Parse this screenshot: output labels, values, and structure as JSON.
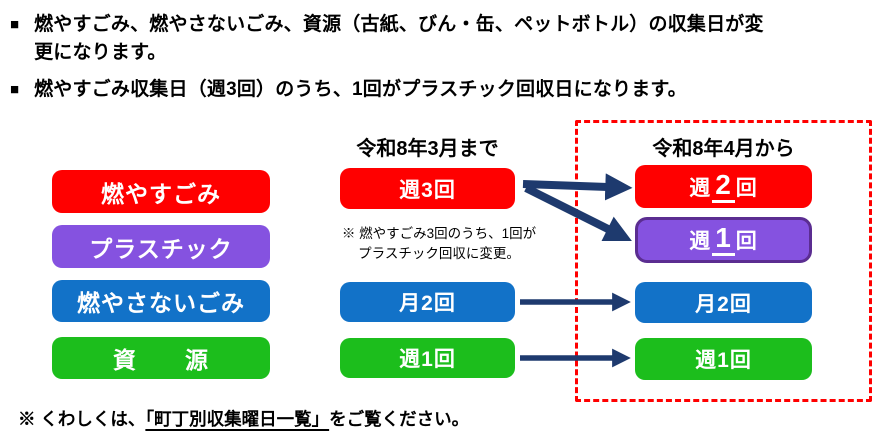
{
  "bullets": [
    {
      "marker": "■",
      "text": "燃やすごみ、燃やさないごみ、資源（古紙、びん・缶、ペットボトル）の収集日が変更になります。"
    },
    {
      "marker": "■",
      "text": "燃やすごみ収集日（週3回）のうち、1回がプラスチック回収日になります。"
    }
  ],
  "columns": {
    "before_header": "令和8年3月まで",
    "after_header": "令和8年4月から"
  },
  "rows": [
    {
      "category": "燃やすごみ",
      "before": "週3回",
      "after_pre": "週",
      "after_num": "2",
      "after_post": "回"
    },
    {
      "category": "プラスチック",
      "after_pre": "週",
      "after_num": "1",
      "after_post": "回"
    },
    {
      "category": "燃やさないごみ",
      "before": "月2回",
      "after": "月2回"
    },
    {
      "category": "資　　源",
      "before": "週1回",
      "after": "週1回"
    }
  ],
  "mid_note": {
    "line1": "※ 燃やすごみ3回のうち、1回が",
    "line2": "プラスチック回収に変更。"
  },
  "footer": {
    "prefix": "※ くわしくは、",
    "link": "「町丁別収集曜日一覧」",
    "suffix": "をご覧ください。"
  },
  "colors": {
    "burnable_red": "#ff0000",
    "plastic_purple": "#8552e0",
    "plastic_border_purple": "#5b2d91",
    "nonburnable_blue": "#1272c8",
    "resource_green": "#1cbe1c",
    "arrow_navy": "#1e3a6e",
    "emphasis_dashed_red": "#ff0000"
  }
}
